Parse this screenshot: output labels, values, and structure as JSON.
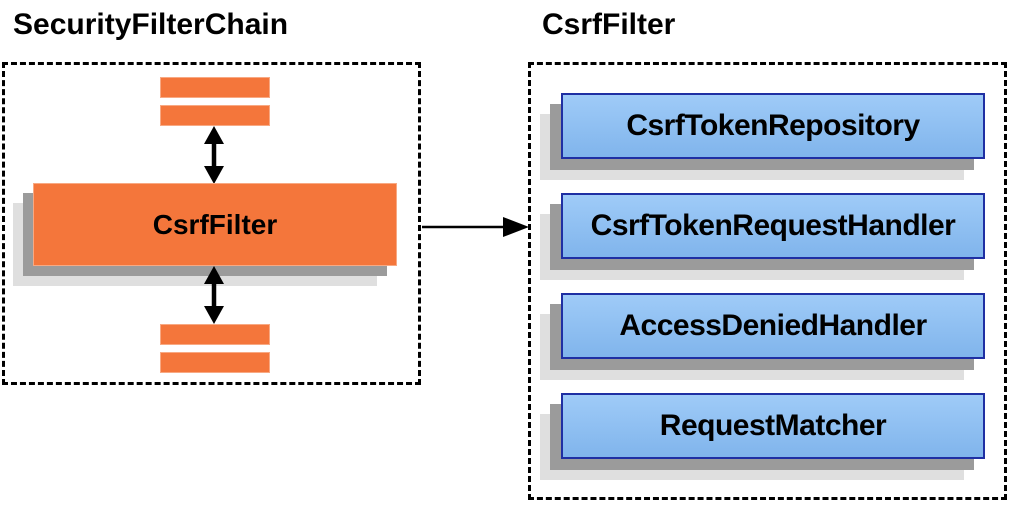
{
  "left_panel": {
    "title": "SecurityFilterChain",
    "filter_label": "CsrfFilter"
  },
  "right_panel": {
    "title": "CsrfFilter",
    "components": [
      "CsrfTokenRepository",
      "CsrfTokenRequestHandler",
      "AccessDeniedHandler",
      "RequestMatcher"
    ]
  },
  "icons": {
    "vertical_arrows": "bidirectional-arrow-icon",
    "flow_arrow": "right-arrow-icon"
  },
  "colors": {
    "orange": "#F4763B",
    "orange_edge": "#F8A983",
    "blue_fill": "#87BEF6",
    "blue_border": "#1F2FA3",
    "shadow_dark": "#9B9B9B",
    "shadow_light": "#DFDFDF",
    "line": "#000000"
  }
}
